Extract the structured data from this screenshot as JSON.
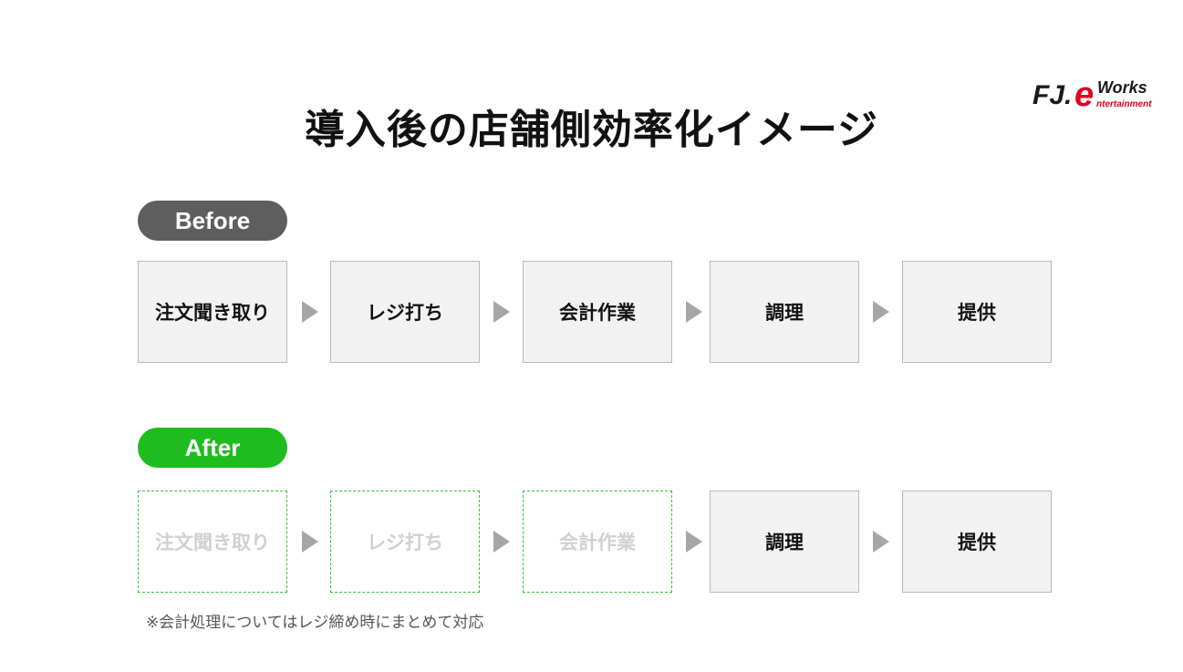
{
  "title": "導入後の店舗側効率化イメージ",
  "logo": {
    "main": "FJ.",
    "e": "e",
    "works": "Works",
    "entertainment": "ntertainment",
    "colors": {
      "main": "#1a1a1a",
      "accent": "#e0001b"
    }
  },
  "before": {
    "label": "Before",
    "color": "#5e5e5e",
    "steps": [
      "注文聞き取り",
      "レジ打ち",
      "会計作業",
      "調理",
      "提供"
    ]
  },
  "after": {
    "label": "After",
    "color": "#1fbc1f",
    "steps": [
      "注文聞き取り",
      "レジ打ち",
      "会計作業",
      "調理",
      "提供"
    ]
  },
  "note": "※会計処理についてはレジ締め時にまとめて対応"
}
